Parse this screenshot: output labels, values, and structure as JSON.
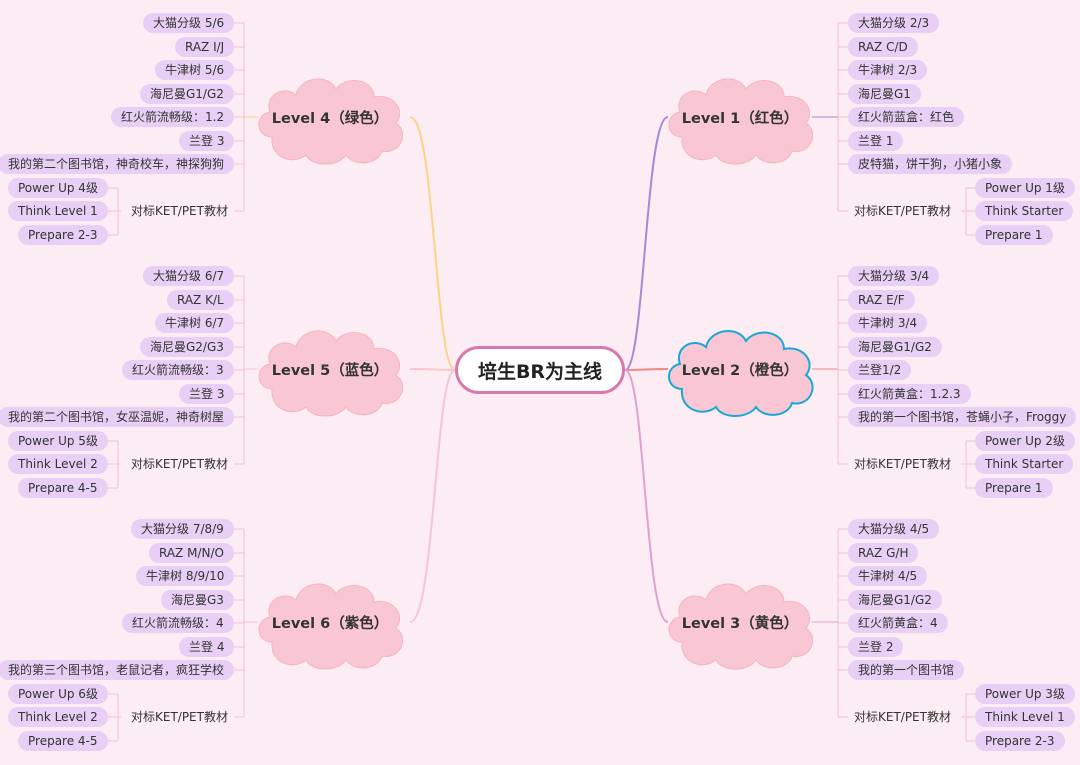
{
  "root": {
    "label": "培生BR为主线"
  },
  "colors": {
    "background": "#fcecf3",
    "leaf": "#e8cff5",
    "cloud": "#f9c7d3",
    "cloud_blue_border": "#1aa7d8"
  },
  "levels": [
    {
      "id": "level-1",
      "label": "Level 1（红色）",
      "side": "right",
      "line_color": "#a589d6",
      "leaves": [
        "大猫分级 2/3",
        "RAZ C/D",
        "牛津树 2/3",
        "海尼曼G1",
        "红火箭蓝盒：红色",
        "兰登 1",
        "皮特猫，饼干狗，小猪小象"
      ],
      "ket": {
        "label": "对标KET/PET教材",
        "children": [
          "Power Up 1级",
          "Think Starter",
          "Prepare 1"
        ]
      }
    },
    {
      "id": "level-2",
      "label": "Level 2（橙色）",
      "side": "right",
      "line_color": "#f08a8a",
      "leaves": [
        "大猫分级 3/4",
        "RAZ E/F",
        "牛津树 3/4",
        "海尼曼G1/G2",
        "兰登1/2",
        "红火箭黄盒：1.2.3",
        "我的第一个图书馆，苍蝇小子，Froggy"
      ],
      "ket": {
        "label": "对标KET/PET教材",
        "children": [
          "Power Up 2级",
          "Think Starter",
          "Prepare 1"
        ]
      }
    },
    {
      "id": "level-3",
      "label": "Level 3（黄色）",
      "side": "right",
      "line_color": "#e0a0cf",
      "leaves": [
        "大猫分级 4/5",
        "RAZ G/H",
        "牛津树 4/5",
        "海尼曼G1/G2",
        "红火箭黄盒：4",
        "兰登 2",
        "我的第一个图书馆"
      ],
      "ket": {
        "label": "对标KET/PET教材",
        "children": [
          "Power Up 3级",
          "Think Level 1",
          "Prepare 2-3"
        ]
      }
    },
    {
      "id": "level-4",
      "label": "Level 4（绿色）",
      "side": "left",
      "line_color": "#fcd28a",
      "leaves": [
        "大猫分级 5/6",
        "RAZ I/J",
        "牛津树 5/6",
        "海尼曼G1/G2",
        "红火箭流畅级：1.2",
        "兰登 3",
        "我的第二个图书馆，神奇校车，神探狗狗"
      ],
      "ket": {
        "label": "对标KET/PET教材",
        "children": [
          "Power Up 4级",
          "Think Level 1",
          "Prepare 2-3"
        ]
      }
    },
    {
      "id": "level-5",
      "label": "Level 5（蓝色）",
      "side": "left",
      "line_color": "#f7c6cf",
      "leaves": [
        "大猫分级 6/7",
        "RAZ K/L",
        "牛津树 6/7",
        "海尼曼G2/G3",
        "红火箭流畅级：3",
        "兰登 3",
        "我的第二个图书馆，女巫温妮，神奇树屋"
      ],
      "ket": {
        "label": "对标KET/PET教材",
        "children": [
          "Power Up 5级",
          "Think Level 2",
          "Prepare 4-5"
        ]
      }
    },
    {
      "id": "level-6",
      "label": "Level 6（紫色）",
      "side": "left",
      "line_color": "#f4c5d4",
      "leaves": [
        "大猫分级 7/8/9",
        "RAZ M/N/O",
        "牛津树 8/9/10",
        "海尼曼G3",
        "红火箭流畅级：4",
        "兰登 4",
        "我的第三个图书馆，老鼠记者，疯狂学校"
      ],
      "ket": {
        "label": "对标KET/PET教材",
        "children": [
          "Power Up 6级",
          "Think Level 2",
          "Prepare 4-5"
        ]
      }
    }
  ]
}
